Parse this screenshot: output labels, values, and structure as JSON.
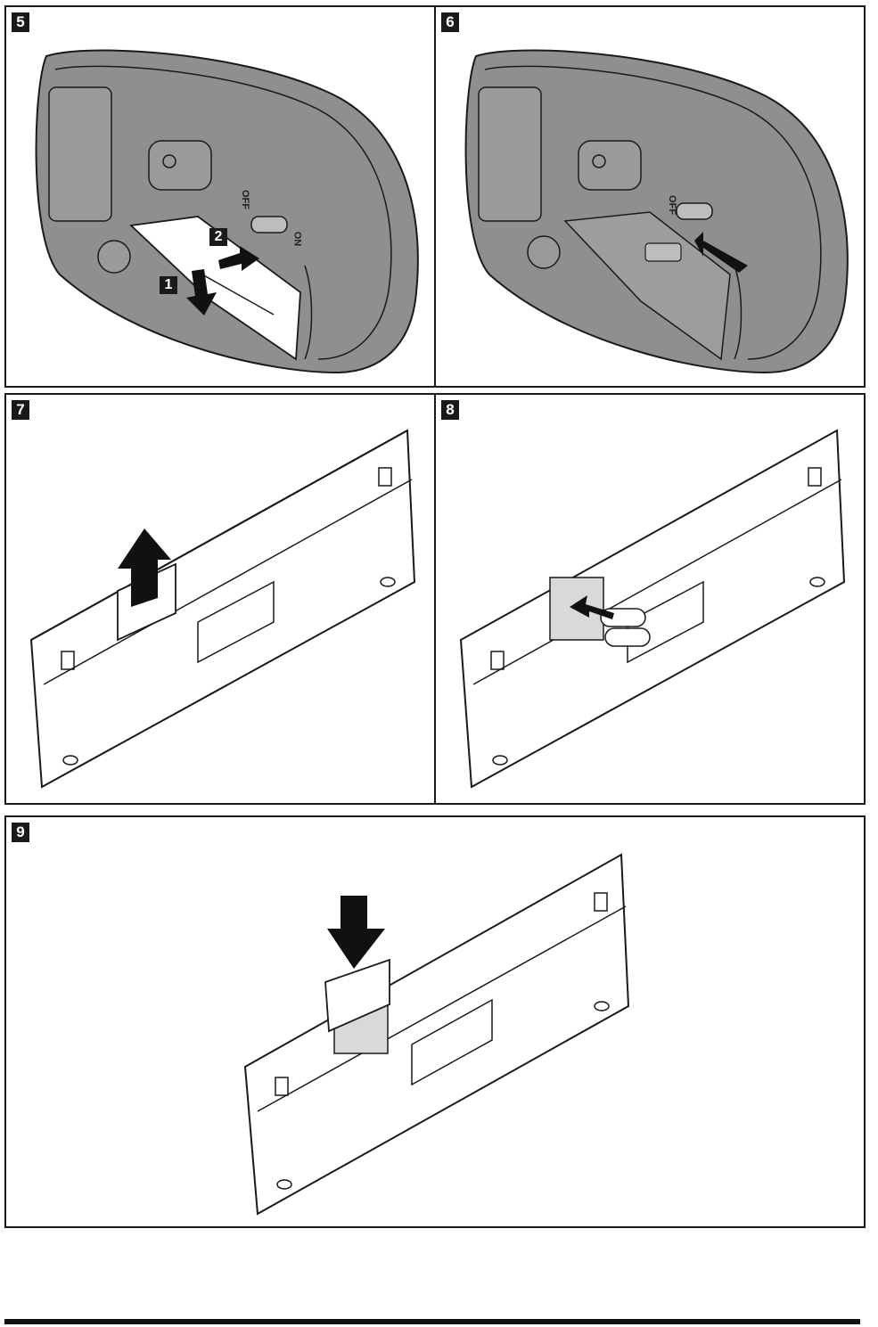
{
  "panels": [
    {
      "step": "5",
      "callouts": [
        "1",
        "2"
      ],
      "switch_off": "OFF",
      "switch_on": "ON"
    },
    {
      "step": "6",
      "switch_off": "OFF"
    },
    {
      "step": "7"
    },
    {
      "step": "8"
    },
    {
      "step": "9"
    }
  ],
  "colors": {
    "device_gray": "#8f8f8f",
    "device_dark": "#6e6e6e",
    "line": "#1a1a1a",
    "arrow": "#111111"
  }
}
